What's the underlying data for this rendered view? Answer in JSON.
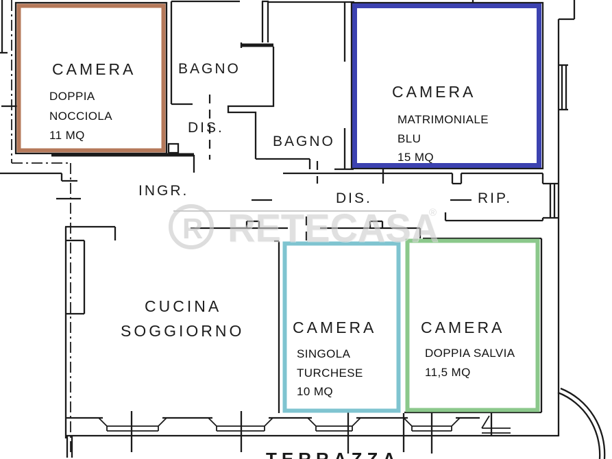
{
  "watermark": {
    "logo_letter": "R",
    "brand": "RETECASA",
    "registered": "®"
  },
  "rooms": {
    "nocciola": {
      "title": "CAMERA",
      "line1": "DOPPIA",
      "line2": "NOCCIOLA",
      "line3": "11 MQ",
      "color": "#b5795a"
    },
    "blu": {
      "title": "CAMERA",
      "line1": "MATRIMONIALE",
      "line2": "BLU",
      "line3": "15 MQ",
      "color": "#3c42b0"
    },
    "turchese": {
      "title": "CAMERA",
      "line1": "SINGOLA",
      "line2": "TURCHESE",
      "line3": "10 MQ",
      "color": "#7fc4d0"
    },
    "salvia": {
      "title": "CAMERA",
      "line1": "DOPPIA SALVIA",
      "line2": "11,5 MQ",
      "color": "#8bc88b"
    }
  },
  "labels": {
    "bagno1": "BAGNO",
    "bagno2": "BAGNO",
    "dis1": "DIS.",
    "dis2": "DIS.",
    "ingresso": "INGR.",
    "ripostiglio": "RIP.",
    "cucina_line1": "CUCINA",
    "cucina_line2": "SOGGIORNO",
    "terrazza": "TERRAZZA"
  }
}
